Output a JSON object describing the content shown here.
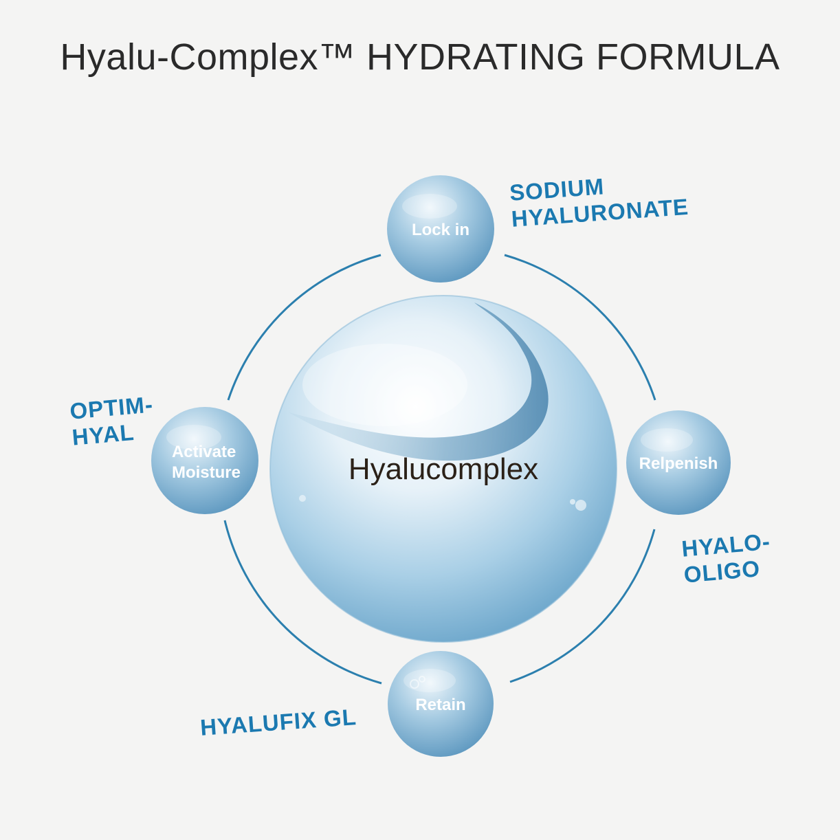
{
  "title": "Hyalu-Complex™ HYDRATING FORMULA",
  "center": {
    "label": "Hyalucomplex"
  },
  "nodes": [
    {
      "key": "top",
      "label_lines": [
        "Lock in"
      ],
      "ingredient_lines": [
        "SODIUM",
        "HYALURONATE"
      ]
    },
    {
      "key": "right",
      "label_lines": [
        "Relpenish"
      ],
      "ingredient_lines": [
        "HYALO-",
        "OLIGO"
      ]
    },
    {
      "key": "bottom",
      "label_lines": [
        "Retain"
      ],
      "ingredient_lines": [
        "HYALUFIX GL"
      ]
    },
    {
      "key": "left",
      "label_lines": [
        "Activate",
        "Moisture"
      ],
      "ingredient_lines": [
        "OPTIM-",
        "HYAL"
      ]
    }
  ],
  "colors": {
    "accent": "#1b79b0",
    "ring": "#2b7fae",
    "title": "#2a2a2a",
    "center_text": "#2b2118",
    "background": "#f4f4f3"
  }
}
